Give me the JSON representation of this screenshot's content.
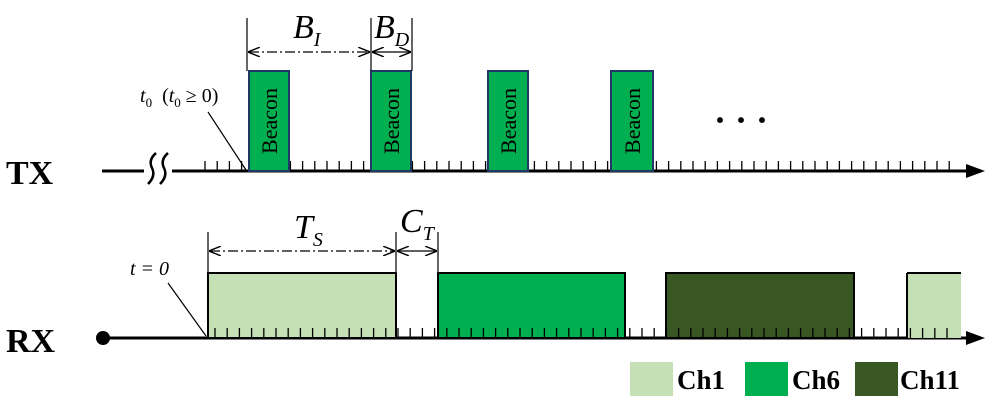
{
  "tx": {
    "label": "TX",
    "beacon_label": "Beacon",
    "beacon_count": 4,
    "ellipsis": "· · ·",
    "t0_label": "t",
    "t0_sub": "0",
    "t0_cond_open": "(",
    "t0_cond_t": "t",
    "t0_cond_sub": "0",
    "t0_cond_rest": " ≥ 0)",
    "bi_label": "B",
    "bi_sub": "I",
    "bd_label": "B",
    "bd_sub": "D"
  },
  "rx": {
    "label": "RX",
    "t_label": "t = 0",
    "ts_label": "T",
    "ts_sub": "S",
    "ct_label": "C",
    "ct_sub": "T",
    "slots": [
      "Ch1",
      "Ch6",
      "Ch11",
      "Ch1"
    ]
  },
  "legend": [
    {
      "label": "Ch1",
      "color": "#c5e0b4"
    },
    {
      "label": "Ch6",
      "color": "#00b050"
    },
    {
      "label": "Ch11",
      "color": "#385723"
    }
  ],
  "colors": {
    "beacon": "#00b050",
    "beacon_border": "#1f3864",
    "line": "#000000"
  }
}
